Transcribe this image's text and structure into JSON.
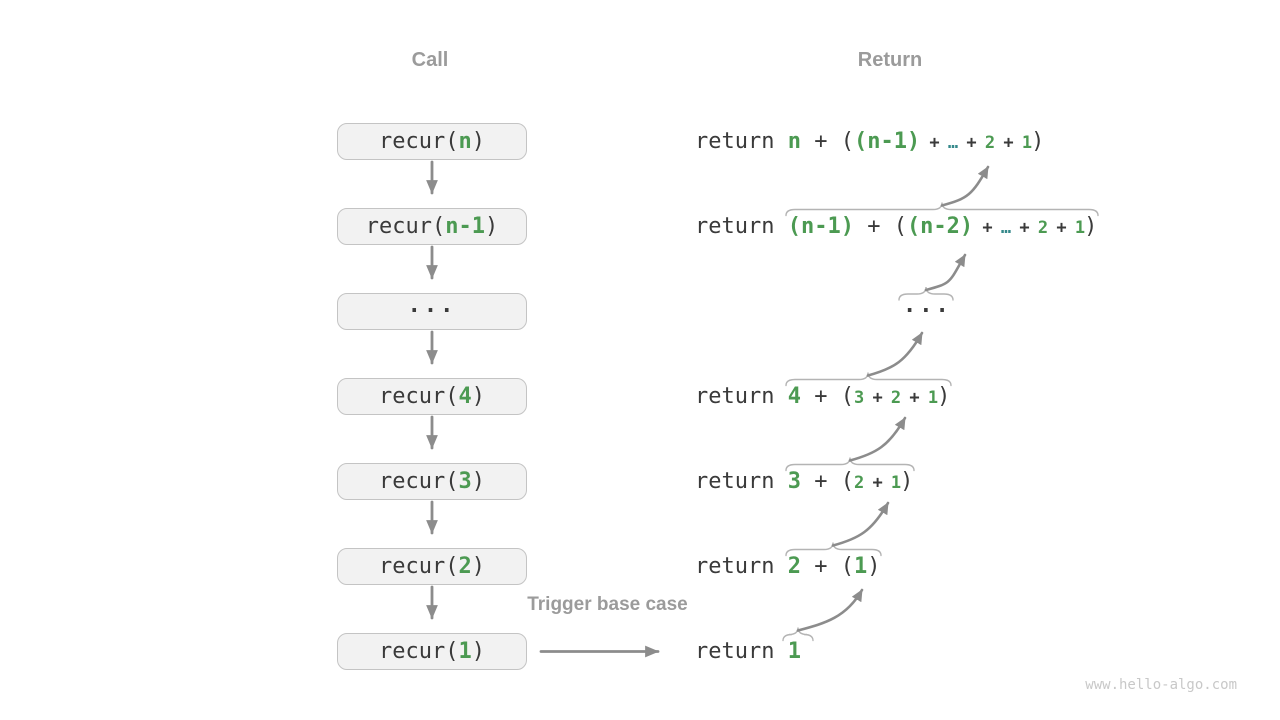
{
  "headers": {
    "call": "Call",
    "return": "Return"
  },
  "trigger_label": "Trigger base case",
  "watermark": "www.hello-algo.com",
  "colors": {
    "green": "#4C9A52",
    "teal": "#35898B",
    "code_text": "#3A3A3A",
    "gray_label": "#9B9B9B",
    "arrow": "#8C8C8C",
    "brace": "#B4B4B4",
    "box_fill": "#F2F2F2",
    "box_border": "#C4C4C4",
    "watermark_gray": "#C8C8C8"
  },
  "call_stack": [
    {
      "segments": [
        {
          "text": "recur(",
          "style": "code"
        },
        {
          "text": "n",
          "style": "green"
        },
        {
          "text": ")",
          "style": "code"
        }
      ]
    },
    {
      "segments": [
        {
          "text": "recur(",
          "style": "code"
        },
        {
          "text": "n-1",
          "style": "green"
        },
        {
          "text": ")",
          "style": "code"
        }
      ]
    },
    {
      "dots": true,
      "segments": [
        {
          "text": "···",
          "style": "code"
        }
      ]
    },
    {
      "segments": [
        {
          "text": "recur(",
          "style": "code"
        },
        {
          "text": "4",
          "style": "green"
        },
        {
          "text": ")",
          "style": "code"
        }
      ]
    },
    {
      "segments": [
        {
          "text": "recur(",
          "style": "code"
        },
        {
          "text": "3",
          "style": "green"
        },
        {
          "text": ")",
          "style": "code"
        }
      ]
    },
    {
      "segments": [
        {
          "text": "recur(",
          "style": "code"
        },
        {
          "text": "2",
          "style": "green"
        },
        {
          "text": ")",
          "style": "code"
        }
      ]
    },
    {
      "segments": [
        {
          "text": "recur(",
          "style": "code"
        },
        {
          "text": "1",
          "style": "green"
        },
        {
          "text": ")",
          "style": "code"
        }
      ]
    }
  ],
  "return_lines": [
    {
      "segments": [
        {
          "text": "return ",
          "style": "code"
        },
        {
          "text": "n",
          "style": "green"
        },
        {
          "text": " + (",
          "style": "code"
        },
        {
          "text": "(n-1)",
          "style": "green"
        },
        {
          "text": " + ",
          "style": "code",
          "small": true
        },
        {
          "text": "…",
          "style": "teal",
          "small": true
        },
        {
          "text": " + ",
          "style": "code",
          "small": true
        },
        {
          "text": "2",
          "style": "green",
          "small": true
        },
        {
          "text": " + ",
          "style": "code",
          "small": true
        },
        {
          "text": "1",
          "style": "green",
          "small": true
        },
        {
          "text": ")",
          "style": "code"
        }
      ]
    },
    {
      "segments": [
        {
          "text": "return ",
          "style": "code"
        },
        {
          "text": "(n-1)",
          "style": "green"
        },
        {
          "text": " + (",
          "style": "code"
        },
        {
          "text": "(n-2)",
          "style": "green"
        },
        {
          "text": " + ",
          "style": "code",
          "small": true
        },
        {
          "text": "…",
          "style": "teal",
          "small": true
        },
        {
          "text": " + ",
          "style": "code",
          "small": true
        },
        {
          "text": "2",
          "style": "green",
          "small": true
        },
        {
          "text": " + ",
          "style": "code",
          "small": true
        },
        {
          "text": "1",
          "style": "green",
          "small": true
        },
        {
          "text": ")",
          "style": "code"
        }
      ]
    },
    {
      "dots": true,
      "segments": [
        {
          "text": "···",
          "style": "code"
        }
      ]
    },
    {
      "segments": [
        {
          "text": "return ",
          "style": "code"
        },
        {
          "text": "4",
          "style": "green"
        },
        {
          "text": " + (",
          "style": "code"
        },
        {
          "text": "3",
          "style": "green",
          "small": true
        },
        {
          "text": " + ",
          "style": "code",
          "small": true
        },
        {
          "text": "2",
          "style": "green",
          "small": true
        },
        {
          "text": " + ",
          "style": "code",
          "small": true
        },
        {
          "text": "1",
          "style": "green",
          "small": true
        },
        {
          "text": ")",
          "style": "code"
        }
      ]
    },
    {
      "segments": [
        {
          "text": "return ",
          "style": "code"
        },
        {
          "text": "3",
          "style": "green"
        },
        {
          "text": " + (",
          "style": "code"
        },
        {
          "text": "2",
          "style": "green",
          "small": true
        },
        {
          "text": " + ",
          "style": "code",
          "small": true
        },
        {
          "text": "1",
          "style": "green",
          "small": true
        },
        {
          "text": ")",
          "style": "code"
        }
      ]
    },
    {
      "segments": [
        {
          "text": "return ",
          "style": "code"
        },
        {
          "text": "2",
          "style": "green"
        },
        {
          "text": " + (",
          "style": "code"
        },
        {
          "text": "1",
          "style": "green"
        },
        {
          "text": ")",
          "style": "code"
        }
      ]
    },
    {
      "segments": [
        {
          "text": "return ",
          "style": "code"
        },
        {
          "text": "1",
          "style": "green"
        }
      ]
    }
  ]
}
